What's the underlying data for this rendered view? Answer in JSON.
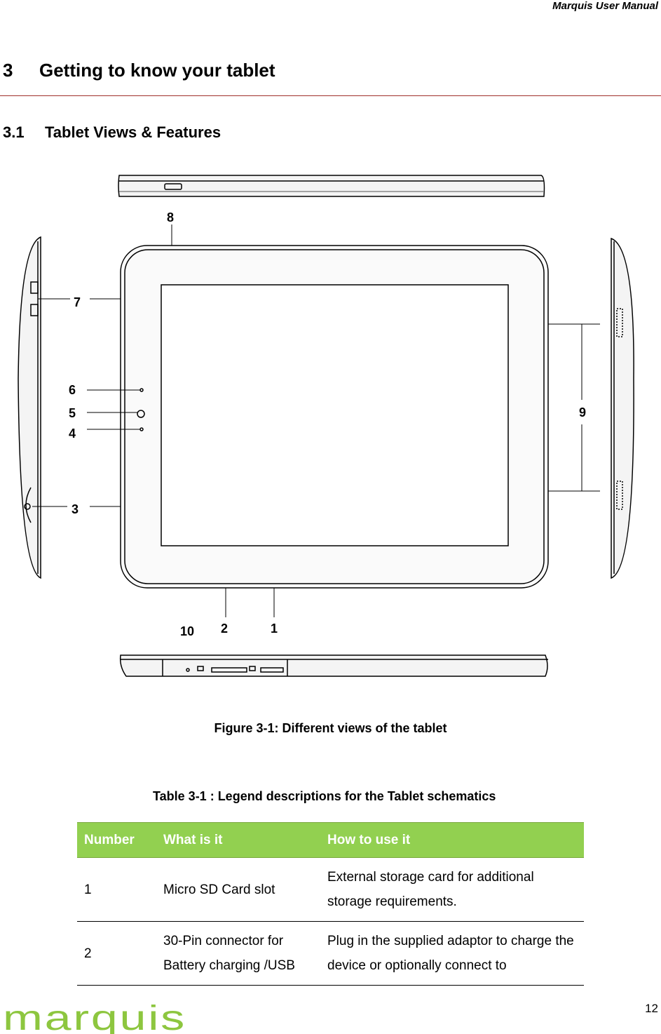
{
  "header": {
    "manual_title": "Marquis User Manual"
  },
  "section": {
    "number": "3",
    "title": "Getting to know your tablet"
  },
  "subsection": {
    "number": "3.1",
    "title": "Tablet Views & Features"
  },
  "figure": {
    "callouts": {
      "c1": "1",
      "c2": "2",
      "c3": "3",
      "c4": "4",
      "c5": "5",
      "c6": "6",
      "c7": "7",
      "c8": "8",
      "c9": "9",
      "c10": "10"
    },
    "caption": "Figure 3-1: Different views of the tablet"
  },
  "table": {
    "caption": "Table 3-1 : Legend descriptions for the Tablet schematics",
    "headers": [
      "Number",
      "What is it",
      "How to use it"
    ],
    "rows": [
      [
        "1",
        "Micro SD Card slot",
        "External storage card for additional storage requirements."
      ],
      [
        "2",
        "30-Pin connector for Battery charging /USB",
        "Plug in the supplied adaptor to charge the device  or optionally connect to"
      ]
    ]
  },
  "footer": {
    "page_number": "12",
    "logo_text": "marquis",
    "logo_color": "#8dc63f"
  },
  "colors": {
    "table_header": "#92d050",
    "rule": "#a0302a"
  }
}
